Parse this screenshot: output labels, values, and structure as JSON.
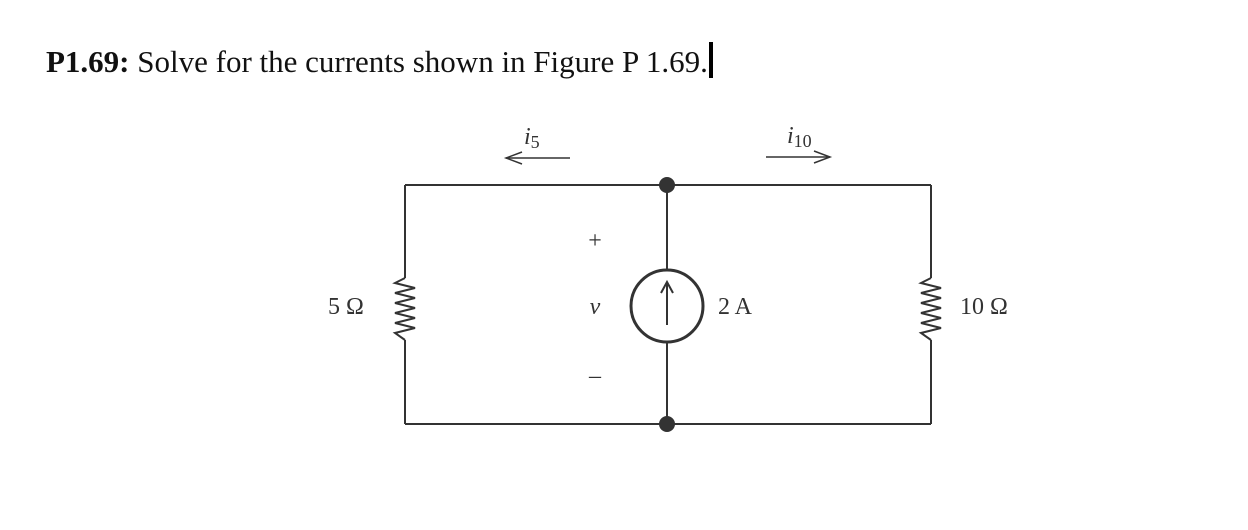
{
  "problem": {
    "id": "P1.69:",
    "text": " Solve for the currents shown in Figure P 1.69."
  },
  "circuit": {
    "left_resistor": {
      "label": "5 Ω"
    },
    "right_resistor": {
      "label": "10 Ω"
    },
    "current_source": {
      "label": "2 A"
    },
    "voltage": {
      "plus": "+",
      "name": "v",
      "minus": "–"
    },
    "current_left": {
      "symbol": "i",
      "subscript": "5"
    },
    "current_right": {
      "symbol": "i",
      "subscript": "10"
    }
  }
}
